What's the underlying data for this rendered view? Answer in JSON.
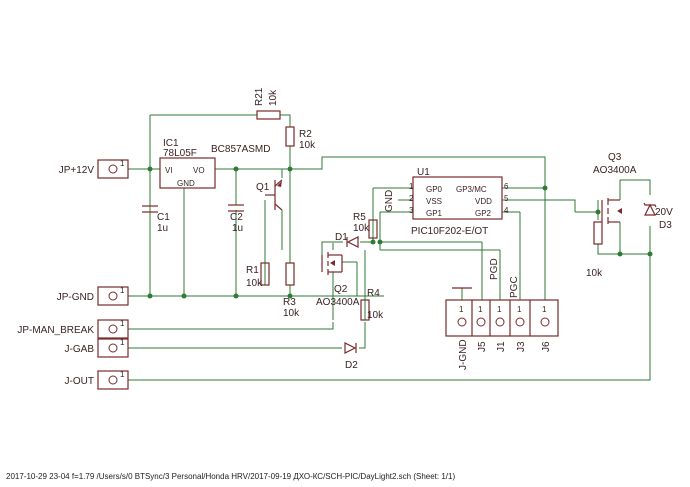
{
  "colors": {
    "wire": "#2f7a35",
    "part": "#7a2a2a",
    "text": "#3a2222",
    "background": "#ffffff"
  },
  "connectors": {
    "jp12v": "JP+12V",
    "jpgnd": "JP-GND",
    "jpman": "JP-MAN_BREAK",
    "jgab": "J-GAB",
    "jout": "J-OUT",
    "pin1": "1"
  },
  "ic1": {
    "name": "IC1",
    "value": "78L05F",
    "vi": "VI",
    "vo": "VO",
    "gnd": "GND"
  },
  "capacitors": {
    "c1_name": "C1",
    "c1_value": "1u",
    "c2_name": "C2",
    "c2_value": "1u"
  },
  "resistors": {
    "r21_name": "R21",
    "r21_value": "10k",
    "r2_name": "R2",
    "r2_value": "10k",
    "r1_name": "R1",
    "r1_value": "10k",
    "r3_name": "R3",
    "r3_value": "10k",
    "r5_name": "R5",
    "r5_value": "10k",
    "r4_name": "R4",
    "r4_value": "10k",
    "rq3_value": "10k"
  },
  "transistors": {
    "q1_name": "Q1",
    "q1_value": "BC857ASMD",
    "q2_name": "Q2",
    "q2_value": "AO3400A",
    "q3_name": "Q3",
    "q3_value": "AO3400A"
  },
  "diodes": {
    "d1": "D1",
    "d2": "D2",
    "d3_name": "D3",
    "d3_value": "20V"
  },
  "u1": {
    "name": "U1",
    "value": "PIC10F202-E/OT",
    "pins": [
      "GP0",
      "VSS",
      "GP1",
      "GP3/MC",
      "VDD",
      "GP2"
    ],
    "pin_numbers": [
      "1",
      "2",
      "3",
      "6",
      "5",
      "4"
    ]
  },
  "gnd_label": "GND",
  "header": {
    "labels": [
      "J-GND",
      "J5",
      "J1",
      "J3",
      "J6"
    ],
    "net_pgd": "PGD",
    "net_pgc": "PGC"
  },
  "footer": "2017-10-29 23-04  f=1.79  /Users/s/0 BTSync/3 Personal/Honda HRV/2017-09-19 ДХО-КС/SCH-PIC/DayLight2.sch (Sheet: 1/1)"
}
